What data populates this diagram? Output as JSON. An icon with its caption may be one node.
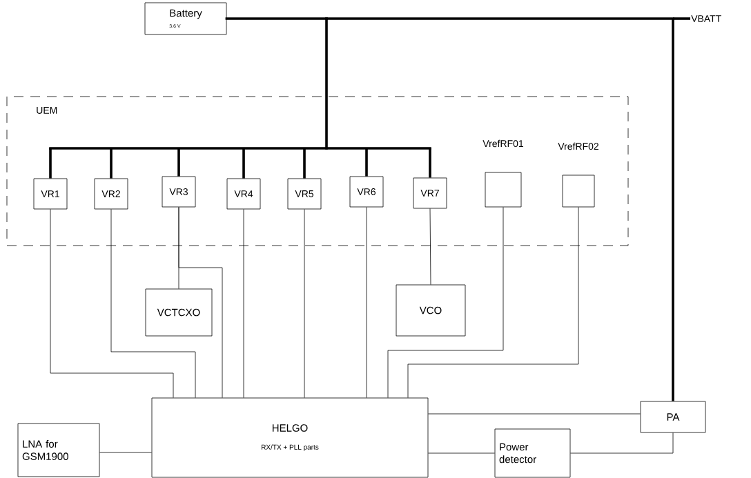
{
  "diagram": {
    "nodes": [
      {
        "text": [
          "Battery",
          "3.6 V"
        ]
      },
      {
        "text": [
          "VBATT"
        ]
      },
      {
        "text": [
          "UEM"
        ]
      },
      {
        "text": [
          "VR1"
        ],
        "in": 2
      },
      {
        "text": [
          "VR2"
        ],
        "in": 2
      },
      {
        "text": [
          "VR3"
        ],
        "in": 2
      },
      {
        "text": [
          "VR4"
        ],
        "in": 2
      },
      {
        "text": [
          "VR5"
        ],
        "in": 2
      },
      {
        "text": [
          "VR6"
        ],
        "in": 2
      },
      {
        "text": [
          "VR7"
        ],
        "in": 2
      },
      {
        "text": [
          "VrefRF01"
        ],
        "in": 2
      },
      {
        "text": [
          "VrefRF02"
        ],
        "in": 2
      },
      {
        "text": [
          "VCTCXO"
        ]
      },
      {
        "text": [
          "VCO"
        ]
      },
      {
        "text": [
          "HELGO",
          "RX/TX + PLL parts"
        ]
      },
      {
        "text": [
          "LNA for GSM1900"
        ]
      },
      {
        "text": [
          "Power detector"
        ]
      },
      {
        "text": [
          "PA"
        ]
      }
    ],
    "edges": [
      {
        "from": 0,
        "to": 1,
        "arrow": "none",
        "style": "thick"
      },
      {
        "from": 0,
        "to": 3,
        "arrow": "none",
        "style": "thick"
      },
      {
        "from": 0,
        "to": 4,
        "arrow": "none",
        "style": "thick"
      },
      {
        "from": 0,
        "to": 5,
        "arrow": "none",
        "style": "thick"
      },
      {
        "from": 0,
        "to": 6,
        "arrow": "none",
        "style": "thick"
      },
      {
        "from": 0,
        "to": 7,
        "arrow": "none",
        "style": "thick"
      },
      {
        "from": 0,
        "to": 8,
        "arrow": "none",
        "style": "thick"
      },
      {
        "from": 0,
        "to": 9,
        "arrow": "none",
        "style": "thick"
      },
      {
        "from": 0,
        "to": 17,
        "arrow": "none",
        "style": "thick"
      },
      {
        "from": 3,
        "to": 14,
        "arrow": "none"
      },
      {
        "from": 4,
        "to": 14,
        "arrow": "none"
      },
      {
        "from": 5,
        "to": 12,
        "arrow": "none"
      },
      {
        "from": 5,
        "to": 14,
        "arrow": "none"
      },
      {
        "from": 6,
        "to": 14,
        "arrow": "none"
      },
      {
        "from": 7,
        "to": 14,
        "arrow": "none"
      },
      {
        "from": 8,
        "to": 14,
        "arrow": "none"
      },
      {
        "from": 9,
        "to": 13,
        "arrow": "none"
      },
      {
        "from": 10,
        "to": 14,
        "arrow": "none"
      },
      {
        "from": 11,
        "to": 14,
        "arrow": "none"
      },
      {
        "from": 14,
        "to": 17,
        "arrow": "none"
      },
      {
        "from": 14,
        "to": 16,
        "arrow": "none"
      },
      {
        "from": 16,
        "to": 17,
        "arrow": "none"
      },
      {
        "from": 15,
        "to": 14,
        "arrow": "none"
      }
    ]
  }
}
